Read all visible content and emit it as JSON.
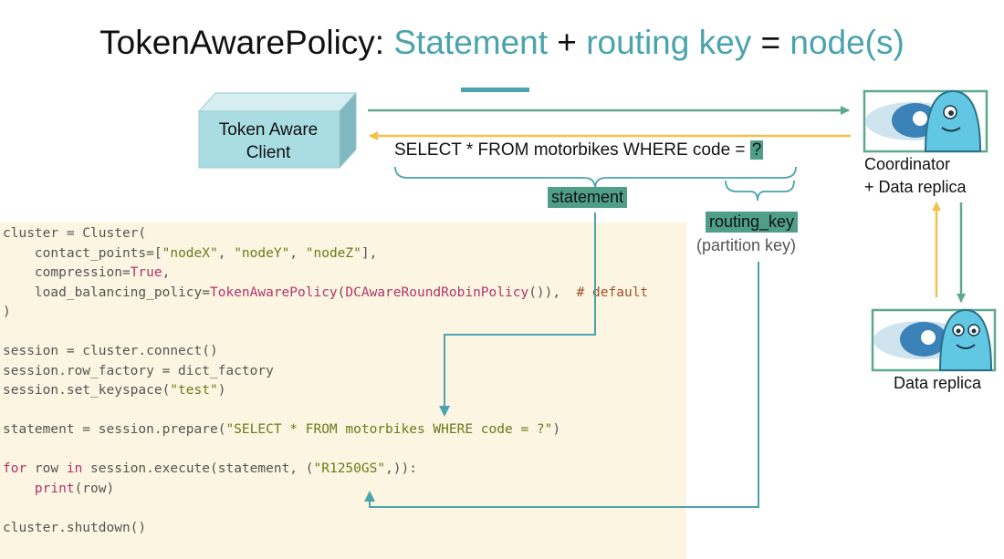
{
  "title": {
    "prefix": "TokenAwarePolicy: ",
    "statement": "Statement",
    "plus": " + ",
    "routing_key": "routing key",
    "equals": " = ",
    "nodes": "node(s)"
  },
  "client": {
    "line1": "Token Aware",
    "line2": "Client"
  },
  "query": {
    "text": "SELECT * FROM motorbikes WHERE code = ",
    "placeholder": "?"
  },
  "labels": {
    "statement": "statement",
    "routing_key": "routing_key",
    "partition_key": "(partition key)"
  },
  "nodes": {
    "coordinator_line1": "Coordinator",
    "coordinator_line2": "+ Data replica",
    "replica": "Data replica"
  },
  "code": [
    [
      {
        "t": "cluster = Cluster("
      }
    ],
    [
      {
        "t": "    contact_points=["
      },
      {
        "t": "\"nodeX\"",
        "c": "str"
      },
      {
        "t": ", "
      },
      {
        "t": "\"nodeY\"",
        "c": "str"
      },
      {
        "t": ", "
      },
      {
        "t": "\"nodeZ\"",
        "c": "str"
      },
      {
        "t": "],"
      }
    ],
    [
      {
        "t": "    compression="
      },
      {
        "t": "True",
        "c": "kw"
      },
      {
        "t": ","
      }
    ],
    [
      {
        "t": "    load_balancing_policy="
      },
      {
        "t": "TokenAwarePolicy",
        "c": "kw"
      },
      {
        "t": "("
      },
      {
        "t": "DCAwareRoundRobinPolicy",
        "c": "kw"
      },
      {
        "t": "()),  "
      },
      {
        "t": "# default",
        "c": "cm"
      }
    ],
    [
      {
        "t": ")"
      }
    ],
    [
      {
        "t": ""
      }
    ],
    [
      {
        "t": "session = cluster.connect()"
      }
    ],
    [
      {
        "t": "session.row_factory = dict_factory"
      }
    ],
    [
      {
        "t": "session.set_keyspace("
      },
      {
        "t": "\"test\"",
        "c": "str"
      },
      {
        "t": ")"
      }
    ],
    [
      {
        "t": ""
      }
    ],
    [
      {
        "t": "statement = session.prepare("
      },
      {
        "t": "\"SELECT * FROM motorbikes WHERE code = ?\"",
        "c": "str"
      },
      {
        "t": ")"
      }
    ],
    [
      {
        "t": ""
      }
    ],
    [
      {
        "t": "for",
        "c": "kw"
      },
      {
        "t": " row "
      },
      {
        "t": "in",
        "c": "kw"
      },
      {
        "t": " session.execute(statement, ("
      },
      {
        "t": "\"R1250GS\"",
        "c": "str"
      },
      {
        "t": ",)):"
      }
    ],
    [
      {
        "t": "    "
      },
      {
        "t": "print",
        "c": "kw"
      },
      {
        "t": "(row)"
      }
    ],
    [
      {
        "t": ""
      }
    ],
    [
      {
        "t": "cluster.shutdown()"
      }
    ]
  ],
  "colors": {
    "teal": "#4aa3ad",
    "green": "#4f9f86",
    "arrow_green": "#5fa88d",
    "arrow_yellow": "#f5c04a",
    "code_bg": "#fcf5e1",
    "cube_front": "#a9dde3"
  }
}
